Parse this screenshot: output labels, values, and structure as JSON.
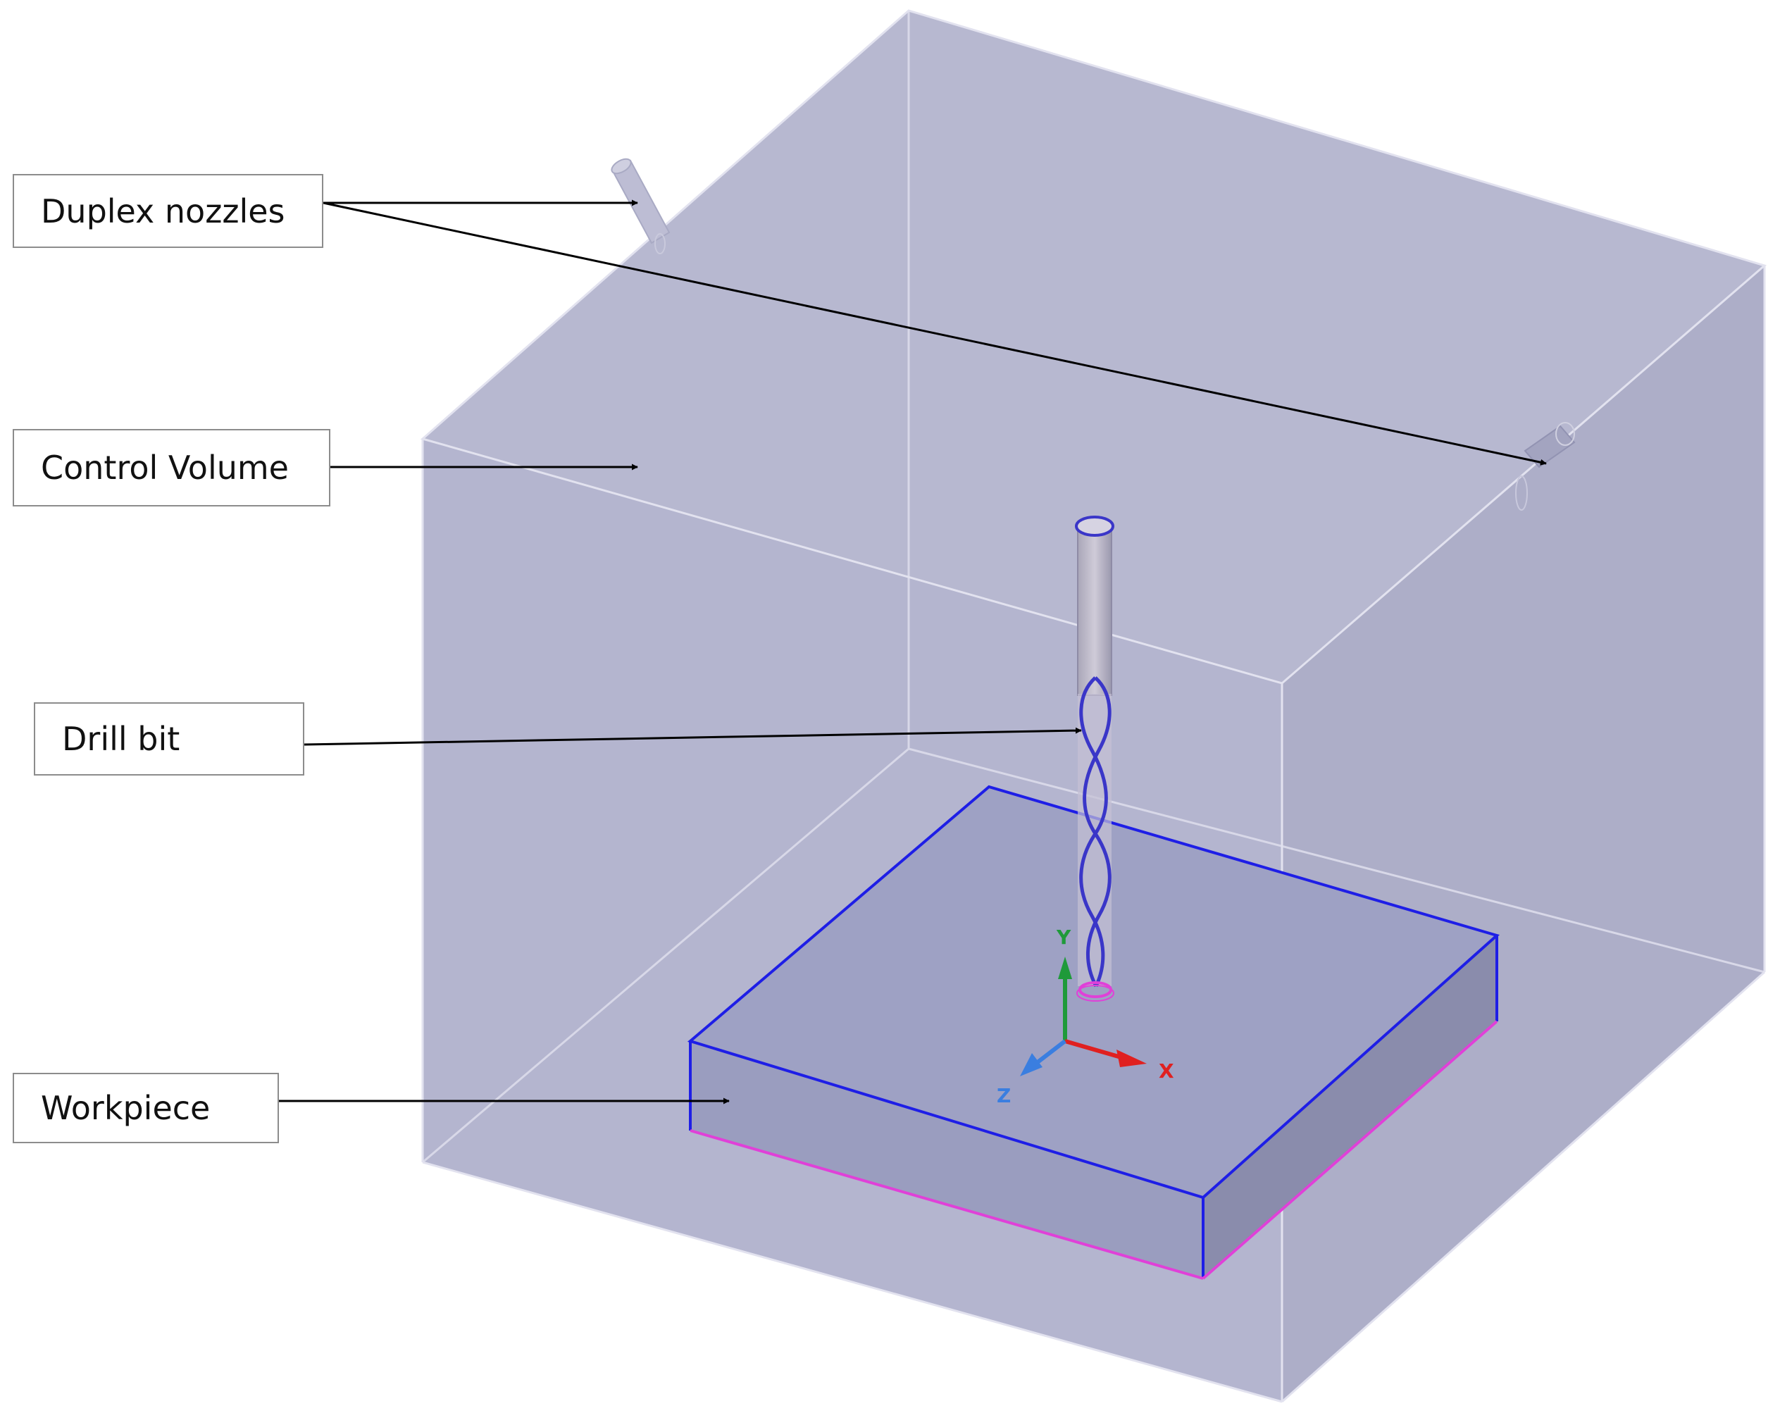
{
  "labels": {
    "duplex_nozzles": "Duplex nozzles",
    "control_volume": "Control Volume",
    "drill_bit": "Drill bit",
    "workpiece": "Workpiece"
  },
  "axes": {
    "y": "Y",
    "x": "X",
    "z": "Z"
  },
  "colors": {
    "volume_fill": "#b9bad2",
    "volume_edge": "#d9d9e8",
    "workpiece_top": "#9ea1c3",
    "workpiece_edge": "#1e1ee6",
    "workpiece_bottom_edge": "#e040d8",
    "drill_edge": "#3a36c8",
    "axis_x": "#e02020",
    "axis_y": "#1f9a3a",
    "axis_z": "#3a7ee0",
    "arrow": "#000000"
  }
}
